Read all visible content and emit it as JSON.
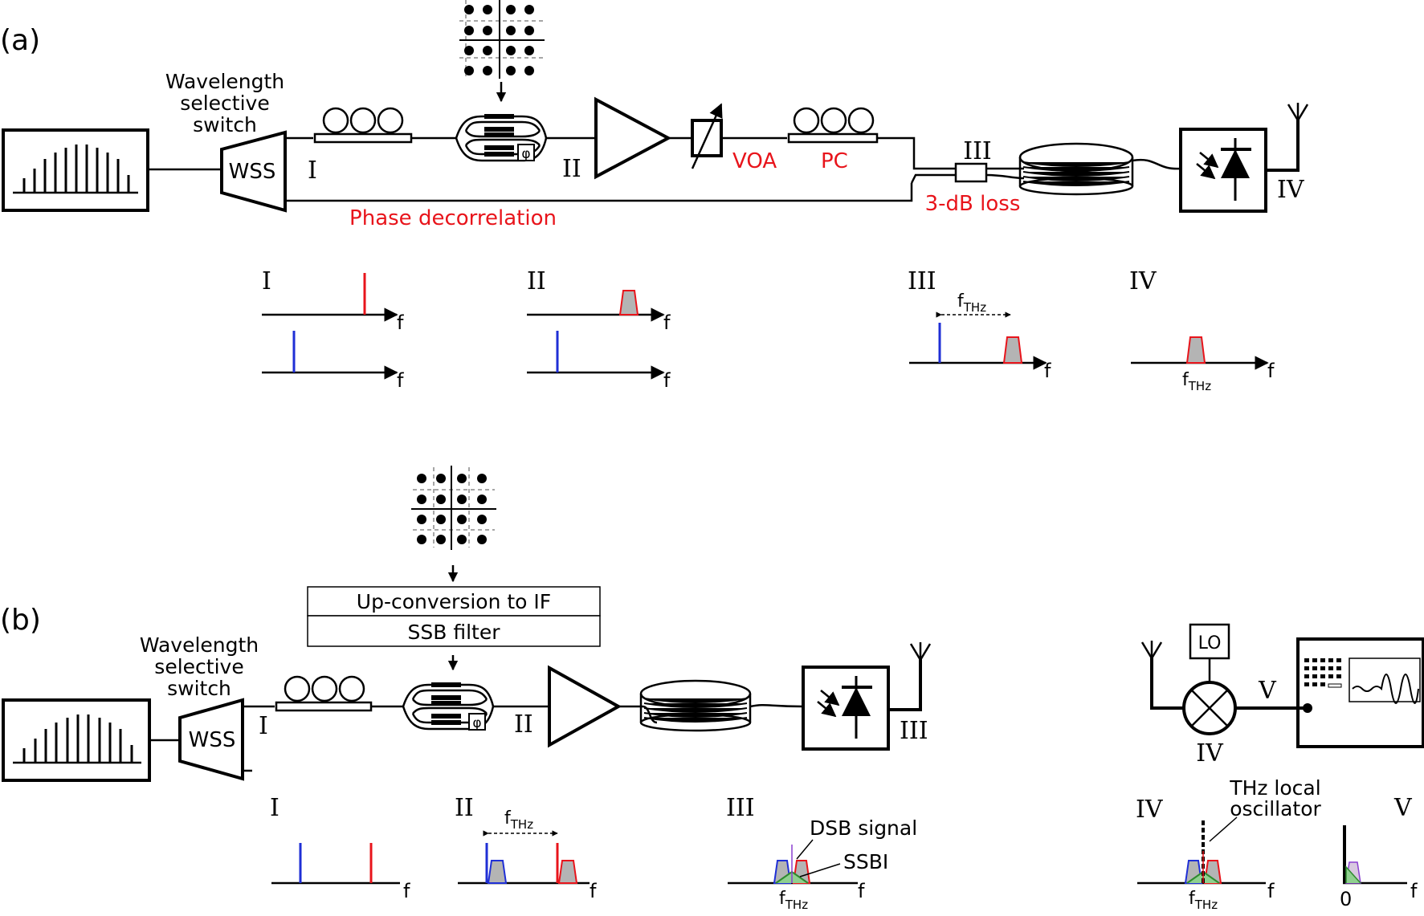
{
  "panel_a": {
    "label": "(a)",
    "wss_title": [
      "Wavelength",
      "selective",
      "switch"
    ],
    "wss": "WSS",
    "phase_modulator_symbol": "φ",
    "voa": "VOA",
    "pc": "PC",
    "phase_decorrelation": "Phase decorrelation",
    "coupler_loss": "3-dB loss",
    "points": {
      "i": "I",
      "ii": "II",
      "iii": "III",
      "iv": "IV"
    },
    "spectra": {
      "i_label": "I",
      "ii_label": "II",
      "iii_label": "III",
      "iv_label": "IV",
      "axis": "f",
      "fthz_base": "f",
      "fthz_sub": "THz"
    }
  },
  "panel_b": {
    "label": "(b)",
    "wss_title": [
      "Wavelength",
      "selective",
      "switch"
    ],
    "wss": "WSS",
    "phase_modulator_symbol": "φ",
    "upconversion": "Up-conversion to IF",
    "ssb_filter": "SSB filter",
    "lo": "LO",
    "points": {
      "i": "I",
      "ii": "II",
      "iii": "III",
      "iv": "IV",
      "v": "V"
    },
    "spectra": {
      "i_label": "I",
      "ii_label": "II",
      "iii_label": "III",
      "iv_label": "IV",
      "v_label": "V",
      "axis": "f",
      "fthz_base": "f",
      "fthz_sub": "THz",
      "dsb_signal": "DSB signal",
      "ssbi": "SSBI",
      "thz_lo": [
        "THz local",
        "oscillator"
      ],
      "zero": "0"
    }
  },
  "colors": {
    "red": "#e8141b",
    "blue": "#1f2fd6",
    "green": "#2e8b2e",
    "gray": "#b4b4b4",
    "purple": "#8a3fd1"
  }
}
